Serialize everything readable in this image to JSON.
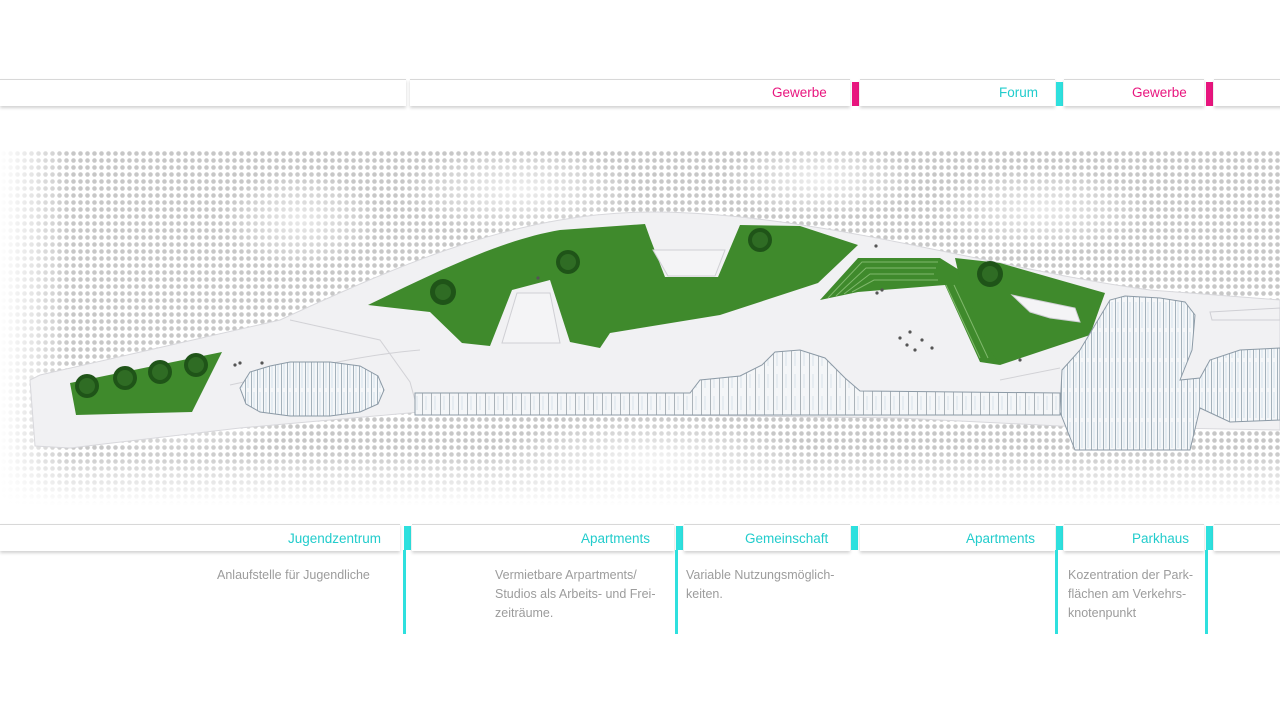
{
  "top_row": {
    "labels": [
      {
        "text": "Gewerbe",
        "color": "magenta"
      },
      {
        "text": "Forum",
        "color": "cyan"
      },
      {
        "text": "Gewerbe",
        "color": "magenta"
      }
    ]
  },
  "bottom_row": {
    "zones": [
      {
        "title": "Jugendzentrum",
        "desc": "Anlaufstelle für Jugendliche"
      },
      {
        "title": "Apartments",
        "desc": "Vermietbare Arpartments/\nStudios als Arbeits- und Frei-\nzeiträume."
      },
      {
        "title": "Gemeinschaft",
        "desc": "Variable Nutzungsmöglich-\nkeiten."
      },
      {
        "title": "Apartments",
        "desc": ""
      },
      {
        "title": "Parkhaus",
        "desc": "Kozentration der Park-\nflächen am Verkehrs-\nknotenpunkt"
      }
    ]
  },
  "colors": {
    "magenta": "#e8157e",
    "cyan": "#2ee0de",
    "grass": "#3f8a2c",
    "building": "#f2f4f6"
  }
}
